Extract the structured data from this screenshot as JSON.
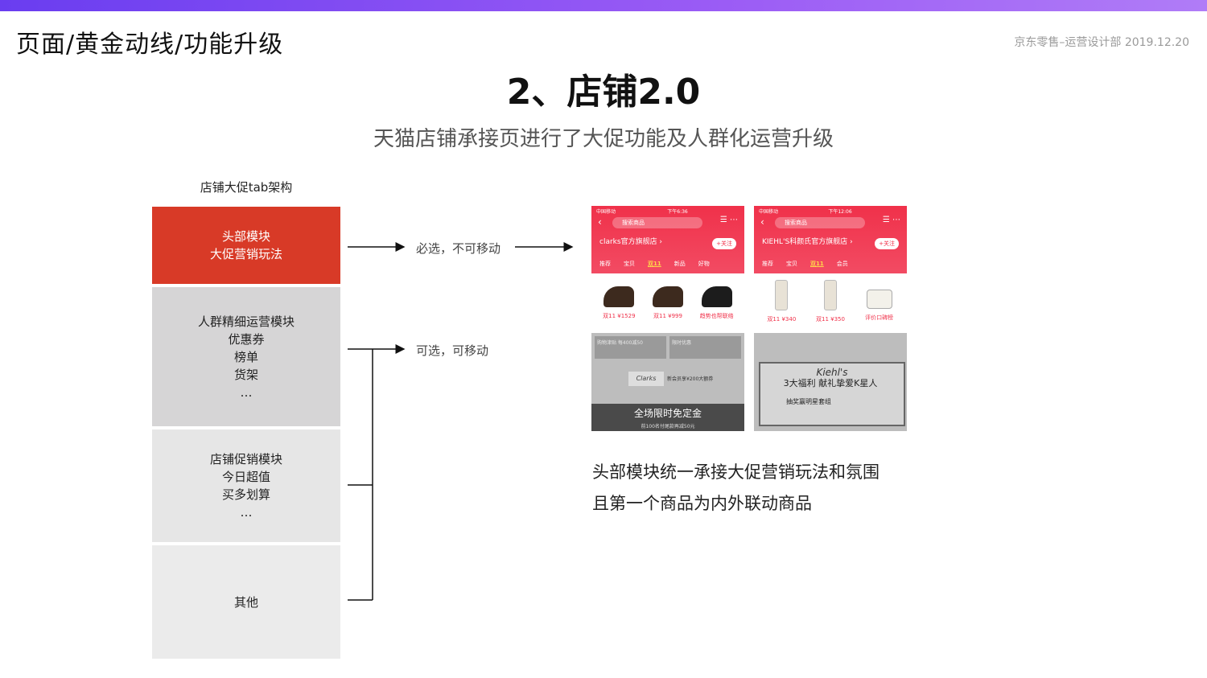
{
  "header": {
    "breadcrumb": "页面/黄金动线/功能升级",
    "meta": "京东零售–运营设计部  2019.12.20"
  },
  "title": "2、店铺2.0",
  "subtitle": "天猫店铺承接页进行了大促功能及人群化运营升级",
  "architecture": {
    "title": "店铺大促tab架构",
    "blocks": [
      {
        "lines": [
          "头部模块",
          "大促营销玩法"
        ]
      },
      {
        "lines": [
          "人群精细运营模块",
          "优惠券",
          "榜单",
          "货架",
          "…"
        ]
      },
      {
        "lines": [
          "店铺促销模块",
          "今日超值",
          "买多划算",
          "…"
        ]
      },
      {
        "lines": [
          "其他"
        ]
      }
    ],
    "arrow_labels": [
      "必选，不可移动",
      "可选，可移动"
    ]
  },
  "phones": [
    {
      "status": "中国移动",
      "time": "下午6:36",
      "search": "搜索商品",
      "shop": "clarks官方旗舰店 ›",
      "follow": "+关注",
      "tabs": [
        "推荐",
        "宝贝",
        "双11",
        "新品",
        "好物"
      ],
      "prices": [
        "双11 ¥1529",
        "双11 ¥999",
        "趋势也帮联络"
      ],
      "cards": [
        "购物津贴 每400减50",
        "限时优惠"
      ],
      "brand": "Clarks",
      "brand_note": "新会员享¥200大额券",
      "banner": "全场限时免定金",
      "banner_sub": "前100名付尾款再减50元"
    },
    {
      "status": "中国移动",
      "time": "下午12:06",
      "search": "搜索商品",
      "shop": "KIEHL'S科颜氏官方旗舰店 ›",
      "follow": "+关注",
      "tabs": [
        "推荐",
        "宝贝",
        "双11",
        "会员"
      ],
      "prices": [
        "双11 ¥340",
        "双11 ¥350",
        "评价口碑榜"
      ],
      "brand": "Kiehl's",
      "gift_line": "3大福利 献礼挚爱K星人",
      "gift_line2": "抽奖赢明星套组"
    }
  ],
  "caption": [
    "头部模块统一承接大促营销玩法和氛围",
    "且第一个商品为内外联动商品"
  ],
  "colors": {
    "accent": "#d83a27",
    "topbar": "#7b4ef2"
  }
}
